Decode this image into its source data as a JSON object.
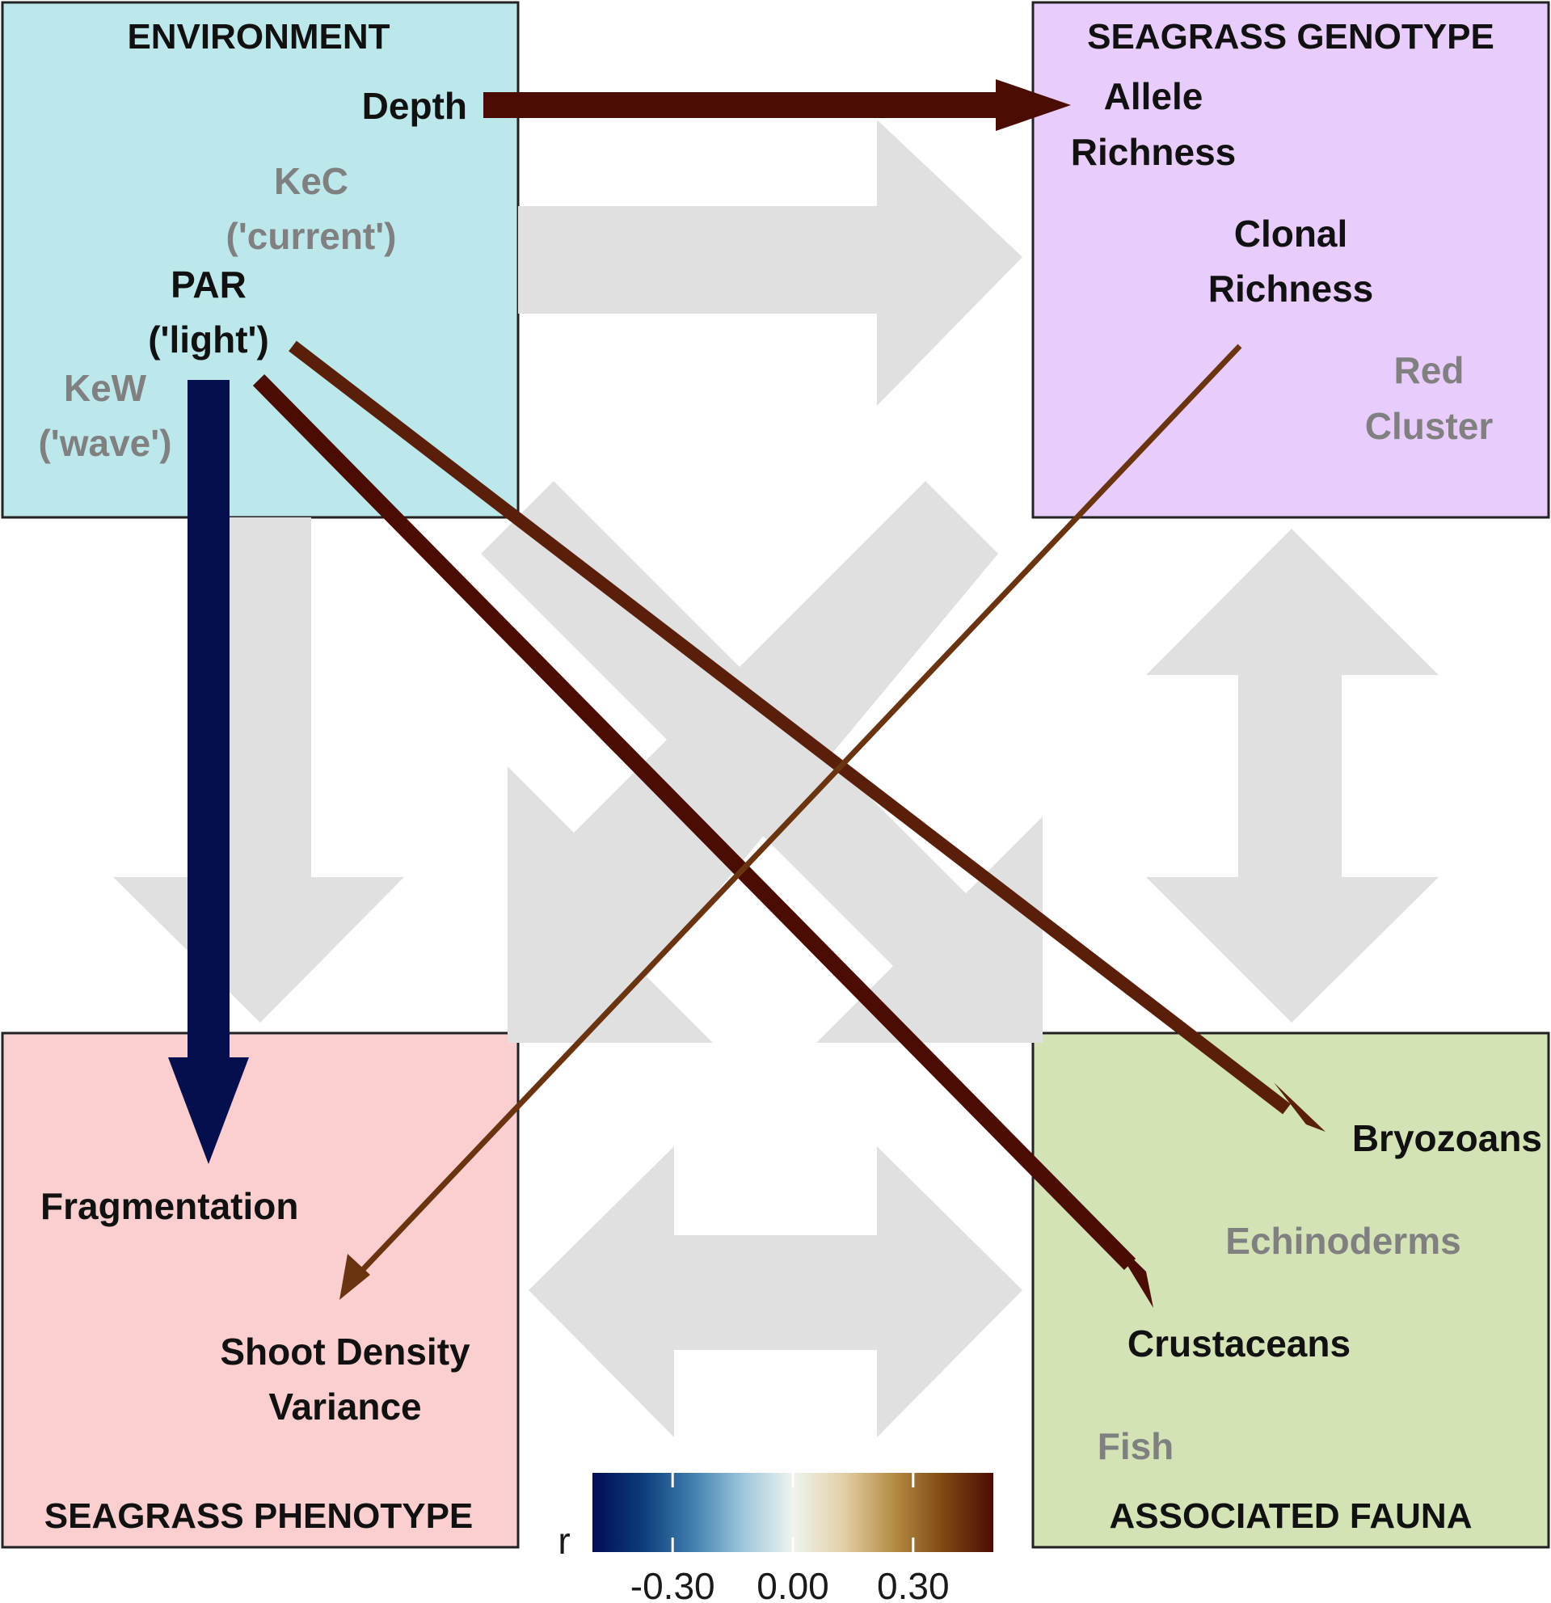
{
  "colors": {
    "environment_bg": "#bce8eb",
    "genotype_bg": "#e8cdfc",
    "phenotype_bg": "#fbcfd0",
    "fauna_bg": "#d3e3b6",
    "box_border": "#222222",
    "background_arrow": "#e0e0e0",
    "active_label": "#111111",
    "inactive_label": "#808080",
    "edge_positive_strong": "#4a0c03",
    "edge_positive_medium": "#5a1f0a",
    "edge_positive_weak": "#6b3410",
    "edge_negative_strong": "#050f4e"
  },
  "boxes": {
    "environment": {
      "title": "ENVIRONMENT"
    },
    "genotype": {
      "title": "SEAGRASS GENOTYPE"
    },
    "phenotype": {
      "title": "SEAGRASS PHENOTYPE"
    },
    "fauna": {
      "title": "ASSOCIATED FAUNA"
    }
  },
  "nodes": {
    "depth": {
      "line1": "Depth",
      "active": true
    },
    "kec": {
      "line1": "KeC",
      "line2": "('current')",
      "active": false
    },
    "par": {
      "line1": "PAR",
      "line2": "('light')",
      "active": true
    },
    "kew": {
      "line1": "KeW",
      "line2": "('wave')",
      "active": false
    },
    "allele_richness": {
      "line1": "Allele",
      "line2": "Richness",
      "active": true
    },
    "clonal_richness": {
      "line1": "Clonal",
      "line2": "Richness",
      "active": true
    },
    "red_cluster": {
      "line1": "Red",
      "line2": "Cluster",
      "active": false
    },
    "fragmentation": {
      "line1": "Fragmentation",
      "active": true
    },
    "shoot_density_variance": {
      "line1": "Shoot Density",
      "line2": "Variance",
      "active": true
    },
    "bryozoans": {
      "line1": "Bryozoans",
      "active": true
    },
    "echinoderms": {
      "line1": "Echinoderms",
      "active": false
    },
    "crustaceans": {
      "line1": "Crustaceans",
      "active": true
    },
    "fish": {
      "line1": "Fish",
      "active": false
    }
  },
  "edges": [
    {
      "from": "Depth",
      "to": "Allele Richness",
      "sign": "positive"
    },
    {
      "from": "PAR",
      "to": "Fragmentation",
      "sign": "negative"
    },
    {
      "from": "PAR",
      "to": "Bryozoans",
      "sign": "positive"
    },
    {
      "from": "PAR",
      "to": "Crustaceans",
      "sign": "positive"
    },
    {
      "from": "Clonal Richness",
      "to": "Shoot Density Variance",
      "sign": "positive"
    }
  ],
  "legend": {
    "label": "r",
    "ticks": [
      "-0.30",
      "0.00",
      "0.30"
    ],
    "tick_values": [
      -0.3,
      0.0,
      0.3
    ],
    "range": [
      -0.5,
      0.5
    ],
    "gradient": [
      "#020c55",
      "#0c3c7a",
      "#3f7fae",
      "#9dc6dd",
      "#eef4ee",
      "#e2d0a9",
      "#b68d44",
      "#7f4812",
      "#4c0c05"
    ]
  }
}
